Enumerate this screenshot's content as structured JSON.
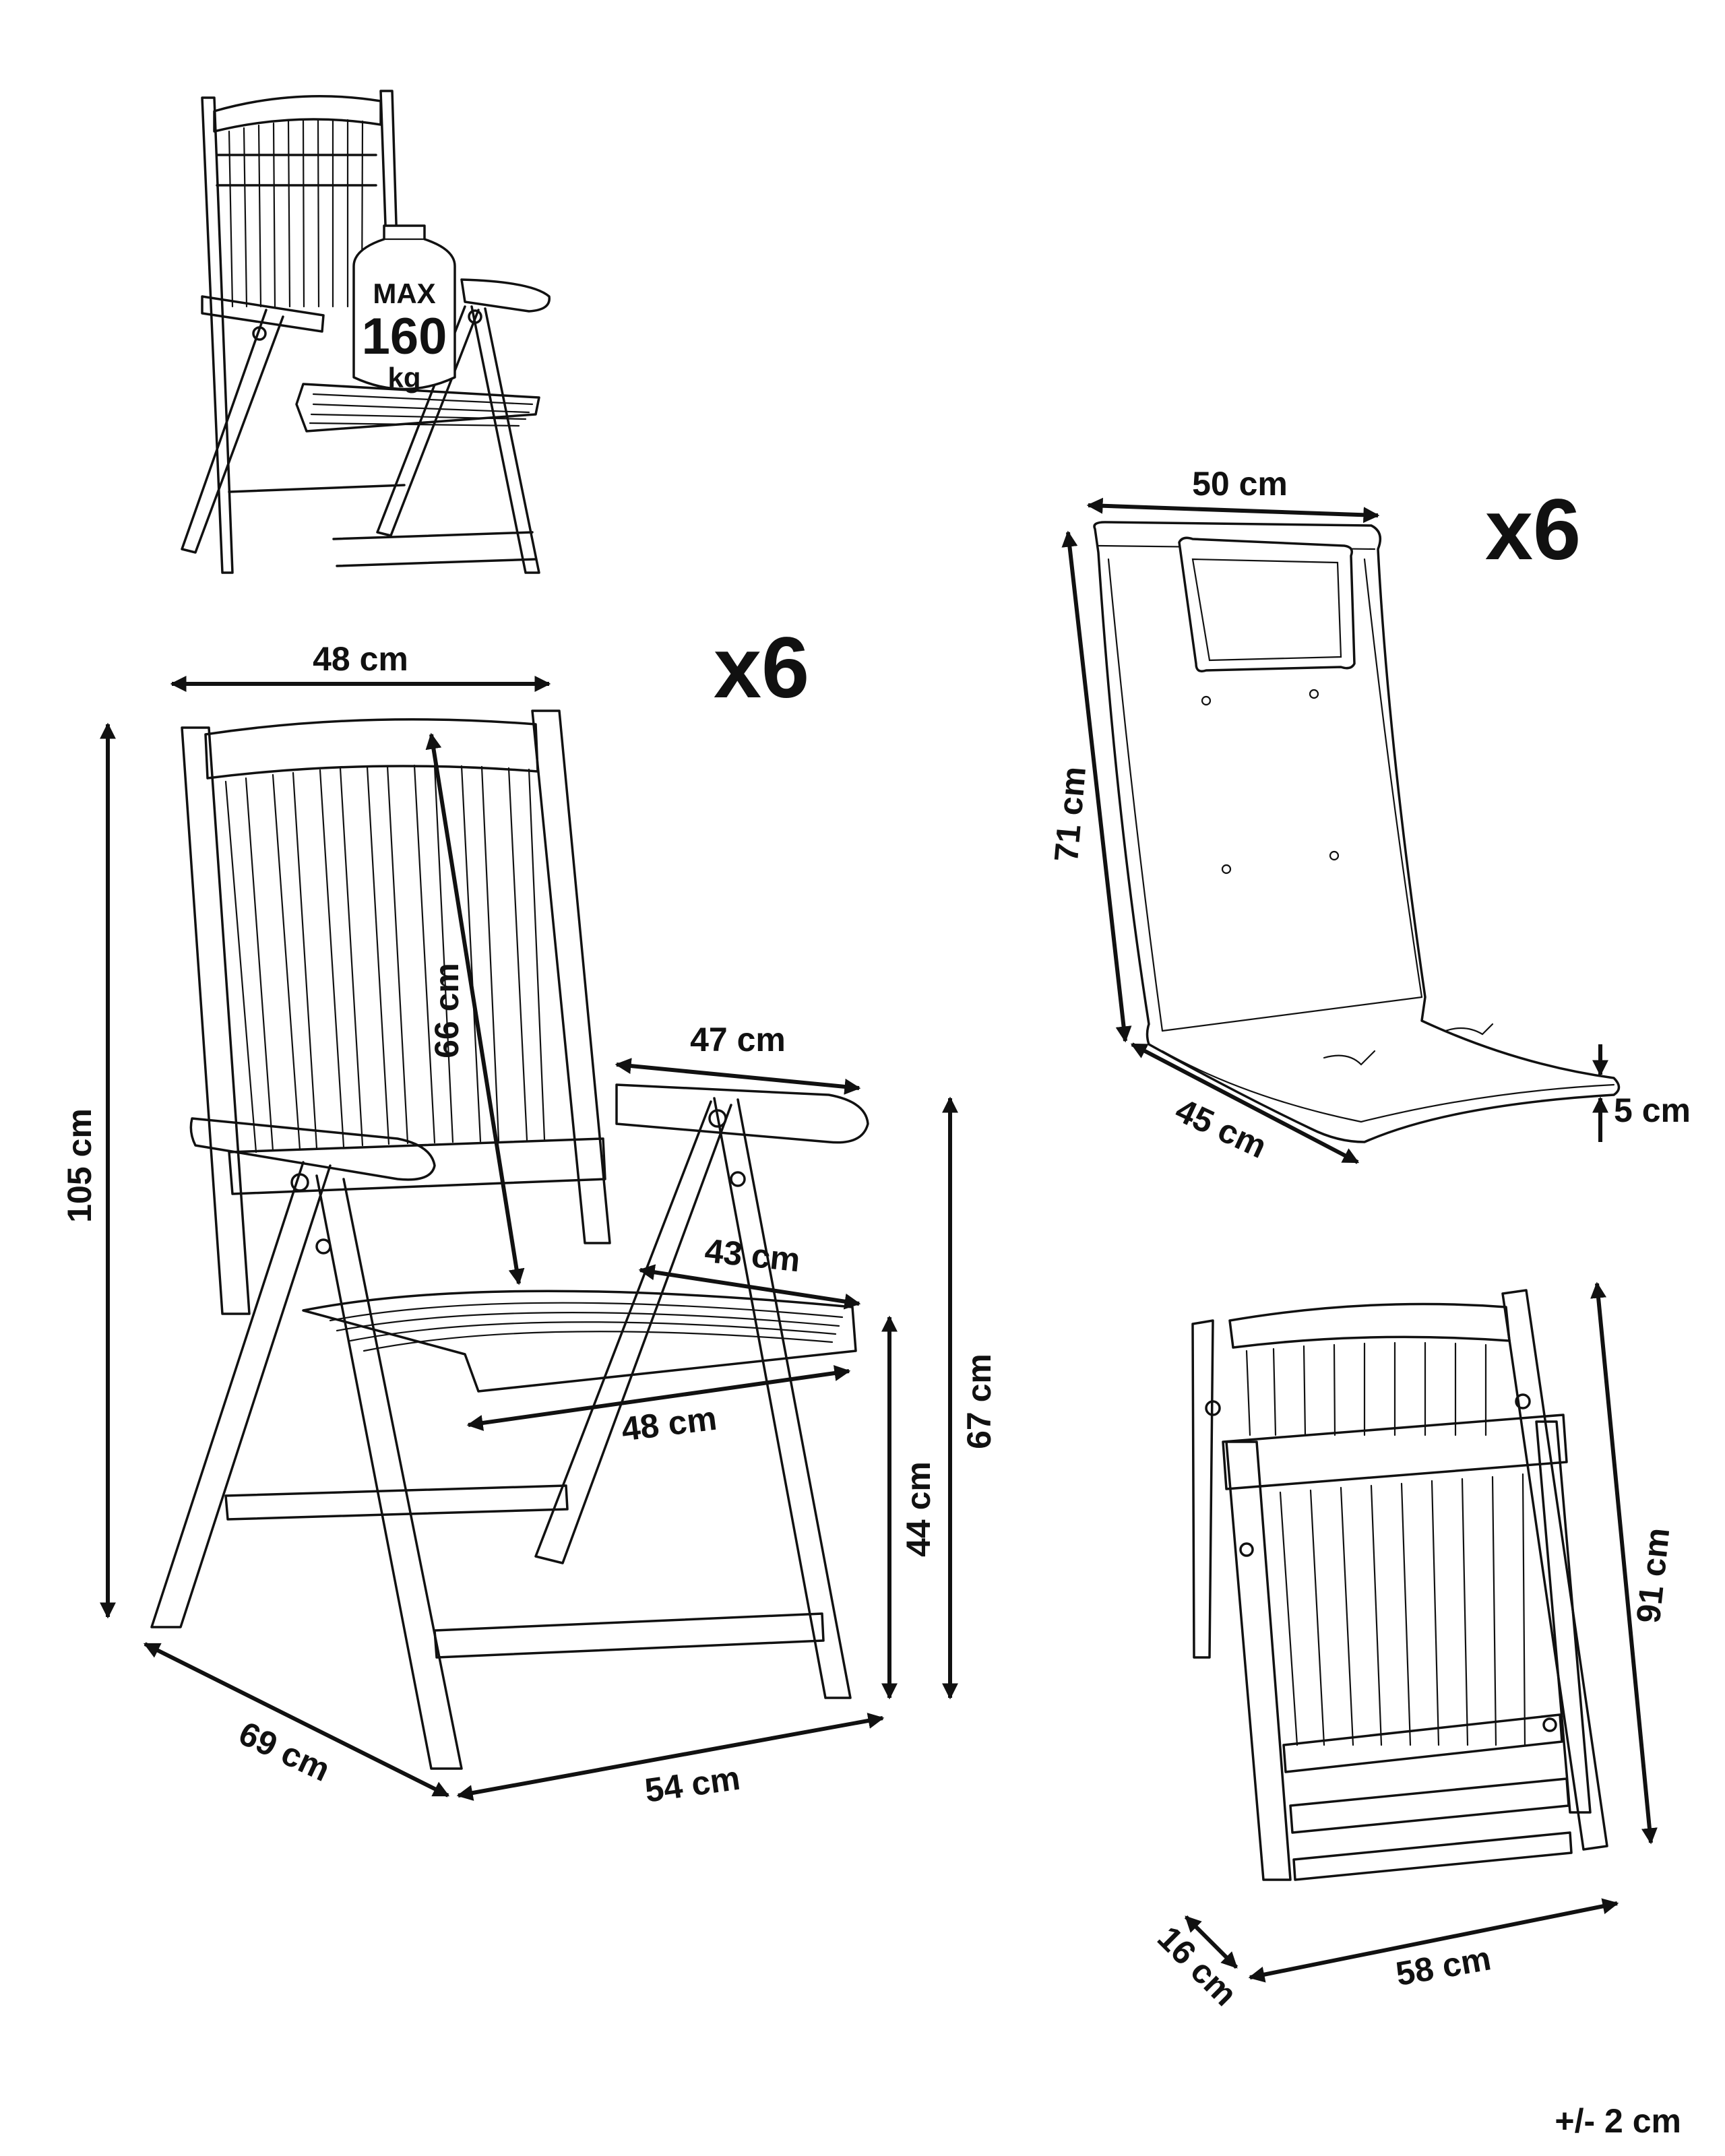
{
  "weight_badge": {
    "line1": "MAX",
    "line2": "160",
    "line3": "kg"
  },
  "chair_set": {
    "quantity": "x6",
    "dims": {
      "top_width": "48 cm",
      "height": "105 cm",
      "backrest": "66 cm",
      "armrest": "47 cm",
      "seat_depth": "43 cm",
      "seat_width": "48 cm",
      "seat_height": "44 cm",
      "arm_height": "67 cm",
      "depth": "69 cm",
      "width": "54 cm"
    }
  },
  "cushion_set": {
    "quantity": "x6",
    "dims": {
      "width": "50 cm",
      "length": "71 cm",
      "depth": "45 cm",
      "thickness": "5 cm"
    }
  },
  "folded_chair": {
    "dims": {
      "height": "91 cm",
      "thickness": "16 cm",
      "width": "58 cm"
    }
  },
  "tolerance": "+/- 2 cm"
}
